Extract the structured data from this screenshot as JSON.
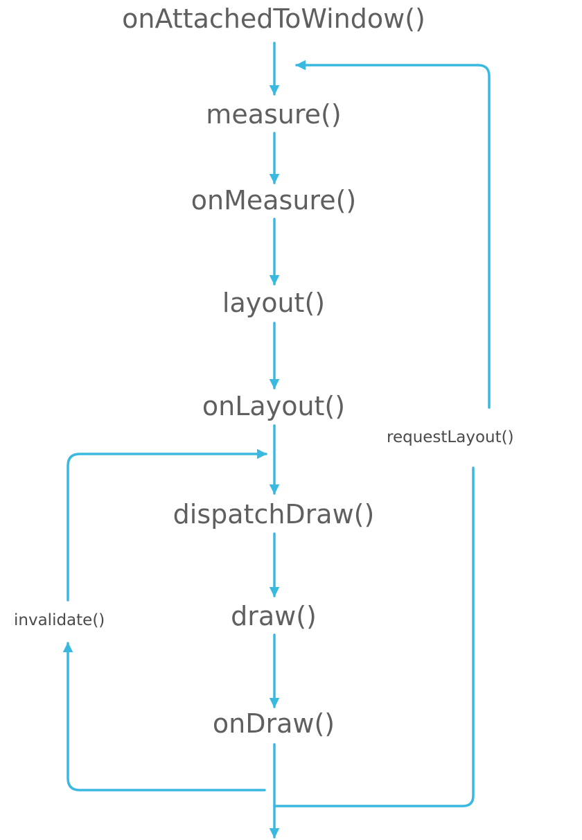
{
  "diagram": {
    "colors": {
      "arrow": "#39b9e0",
      "text": "#5f5f5f",
      "label": "#4a4a4a",
      "background": "#ffffff"
    },
    "steps": [
      "onAttachedToWindow()",
      "measure()",
      "onMeasure()",
      "layout()",
      "onLayout()",
      "dispatchDraw()",
      "draw()",
      "onDraw()"
    ],
    "loops": {
      "request_layout": "requestLayout()",
      "invalidate": "invalidate()"
    }
  }
}
